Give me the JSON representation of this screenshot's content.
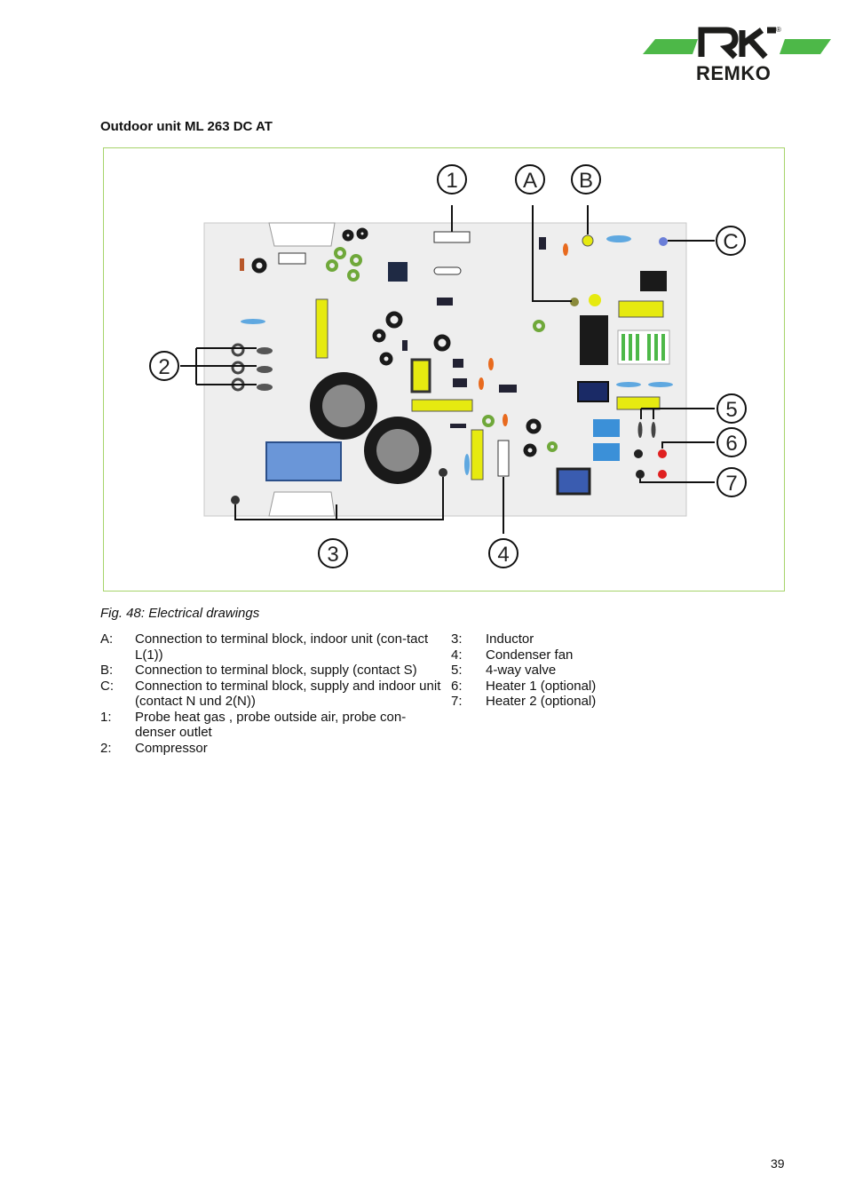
{
  "header": {
    "brand_name": "REMKO",
    "registered_mark": "®",
    "brand_color": "#1d1d1b",
    "stripe_color": "#4db848"
  },
  "section_title": "Outdoor unit ML 263 DC AT",
  "figure": {
    "frame_color": "#a6d36a",
    "callouts": [
      "1",
      "A",
      "B",
      "C",
      "2",
      "5",
      "6",
      "7",
      "3",
      "4"
    ],
    "caption": "Fig. 48: Electrical drawings"
  },
  "legend": {
    "left": [
      {
        "key": "A:",
        "text": "Connection to terminal block, indoor unit (con-tact L(1))"
      },
      {
        "key": "B:",
        "text": "Connection to terminal block, supply (contact S)"
      },
      {
        "key": "C:",
        "text": "Connection to terminal block, supply and indoor unit (contact N und 2(N))"
      },
      {
        "key": "1:",
        "text": "Probe heat gas , probe outside air, probe con-denser outlet"
      },
      {
        "key": "2:",
        "text": "Compressor"
      }
    ],
    "right": [
      {
        "key": "3:",
        "text": "Inductor"
      },
      {
        "key": "4:",
        "text": "Condenser fan"
      },
      {
        "key": "5:",
        "text": "4-way valve"
      },
      {
        "key": "6:",
        "text": "Heater 1 (optional)"
      },
      {
        "key": "7:",
        "text": "Heater 2 (optional)"
      }
    ]
  },
  "page_number": "39"
}
